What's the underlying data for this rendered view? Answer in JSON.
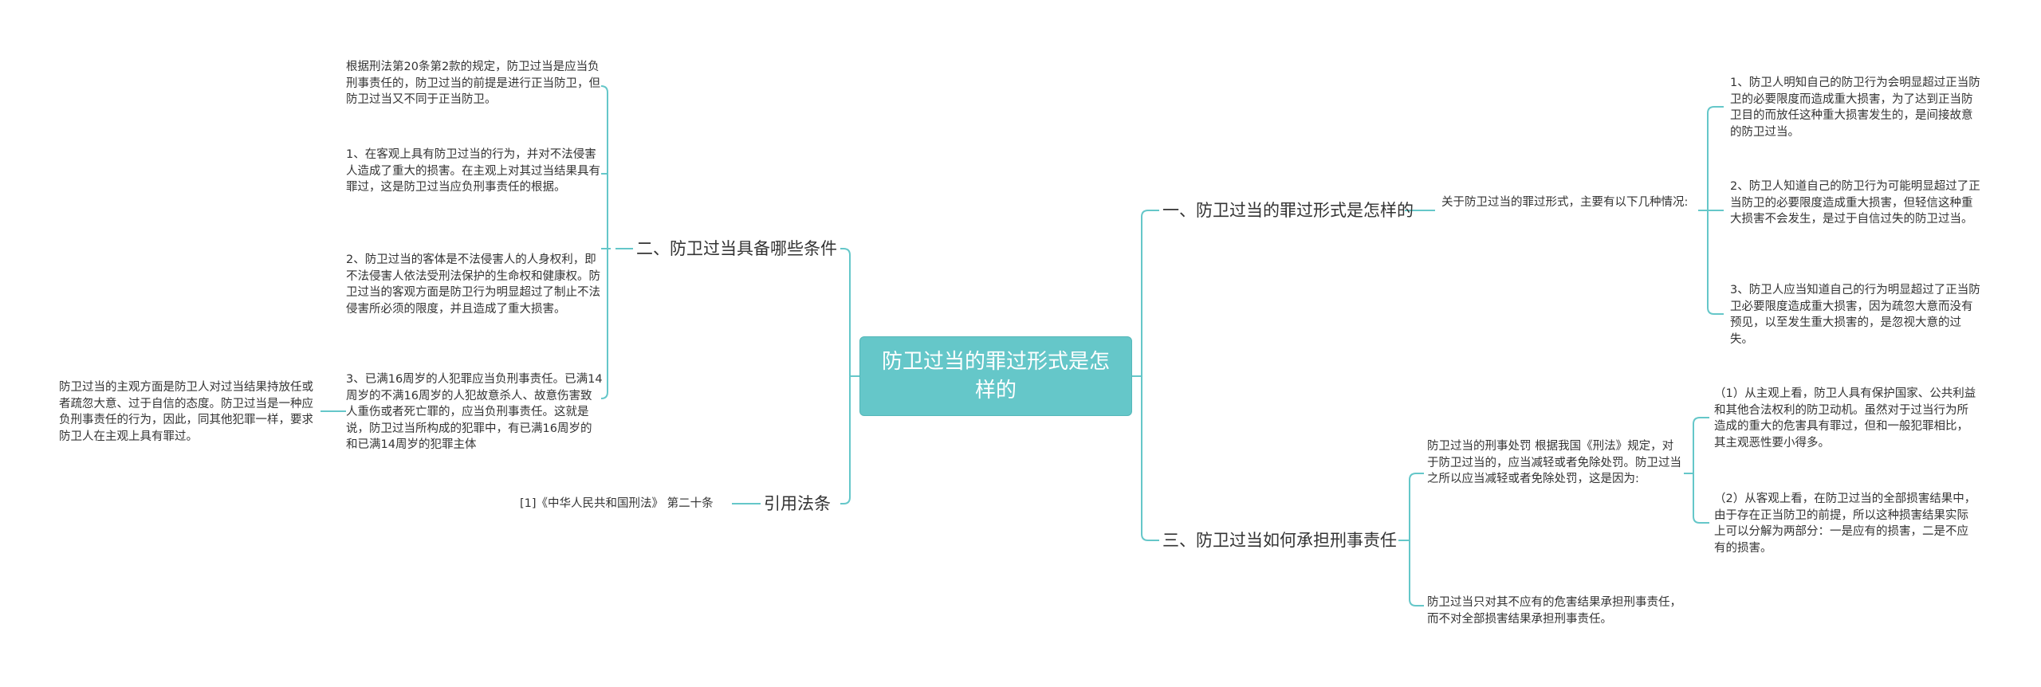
{
  "colors": {
    "accent": "#65c7c9",
    "line": "#65c7c9",
    "text": "#333333"
  },
  "root": {
    "label": "防卫过当的罪过形式是怎样的"
  },
  "branches": {
    "b1": {
      "label": "一、防卫过当的罪过形式是怎样的",
      "intro": "关于防卫过当的罪过形式，主要有以下几种情况:",
      "items": [
        "1、防卫人明知自己的防卫行为会明显超过正当防卫的必要限度而造成重大损害，为了达到正当防卫目的而放任这种重大损害发生的，是间接故意的防卫过当。",
        "2、防卫人知道自己的防卫行为可能明显超过了正当防卫的必要限度造成重大损害，但轻信这种重大损害不会发生，是过于自信过失的防卫过当。",
        "3、防卫人应当知道自己的行为明显超过了正当防卫必要限度造成重大损害，因为疏忽大意而没有预见，以至发生重大损害的，是忽视大意的过失。"
      ]
    },
    "b2": {
      "label": "二、防卫过当具备哪些条件",
      "items": [
        "根据刑法第20条第2款的规定，防卫过当是应当负刑事责任的，防卫过当的前提是进行正当防卫，但防卫过当又不同于正当防卫。",
        "1、在客观上具有防卫过当的行为，并对不法侵害人造成了重大的损害。在主观上对其过当结果具有罪过，这是防卫过当应负刑事责任的根据。",
        "2、防卫过当的客体是不法侵害人的人身权利，即不法侵害人依法受刑法保护的生命权和健康权。防卫过当的客观方面是防卫行为明显超过了制止不法侵害所必须的限度，并且造成了重大损害。",
        "3、已满16周岁的人犯罪应当负刑事责任。已满14周岁的不满16周岁的人犯故意杀人、故意伤害致人重伤或者死亡罪的，应当负刑事责任。这就是说，防卫过当所构成的犯罪中，有已满16周岁的和已满14周岁的犯罪主体"
      ],
      "sub": "防卫过当的主观方面是防卫人对过当结果持放任或者疏忽大意、过于自信的态度。防卫过当是一种应负刑事责任的行为，因此，同其他犯罪一样，要求防卫人在主观上具有罪过。"
    },
    "b3": {
      "label": "三、防卫过当如何承担刑事责任",
      "items": [
        "防卫过当的刑事处罚 根据我国《刑法》规定，对于防卫过当的，应当减轻或者免除处罚。防卫过当之所以应当减轻或者免除处罚，这是因为:",
        "防卫过当只对其不应有的危害结果承担刑事责任，而不对全部损害结果承担刑事责任。"
      ],
      "sub": [
        "（1）从主观上看，防卫人具有保护国家、公共利益和其他合法权利的防卫动机。虽然对于过当行为所造成的重大的危害具有罪过，但和一般犯罪相比，其主观恶性要小得多。",
        "（2）从客观上看，在防卫过当的全部损害结果中，由于存在正当防卫的前提，所以这种损害结果实际上可以分解为两部分：一是应有的损害，二是不应有的损害。"
      ]
    },
    "b4": {
      "label": "引用法条",
      "items": [
        "[1]《中华人民共和国刑法》 第二十条"
      ]
    }
  }
}
